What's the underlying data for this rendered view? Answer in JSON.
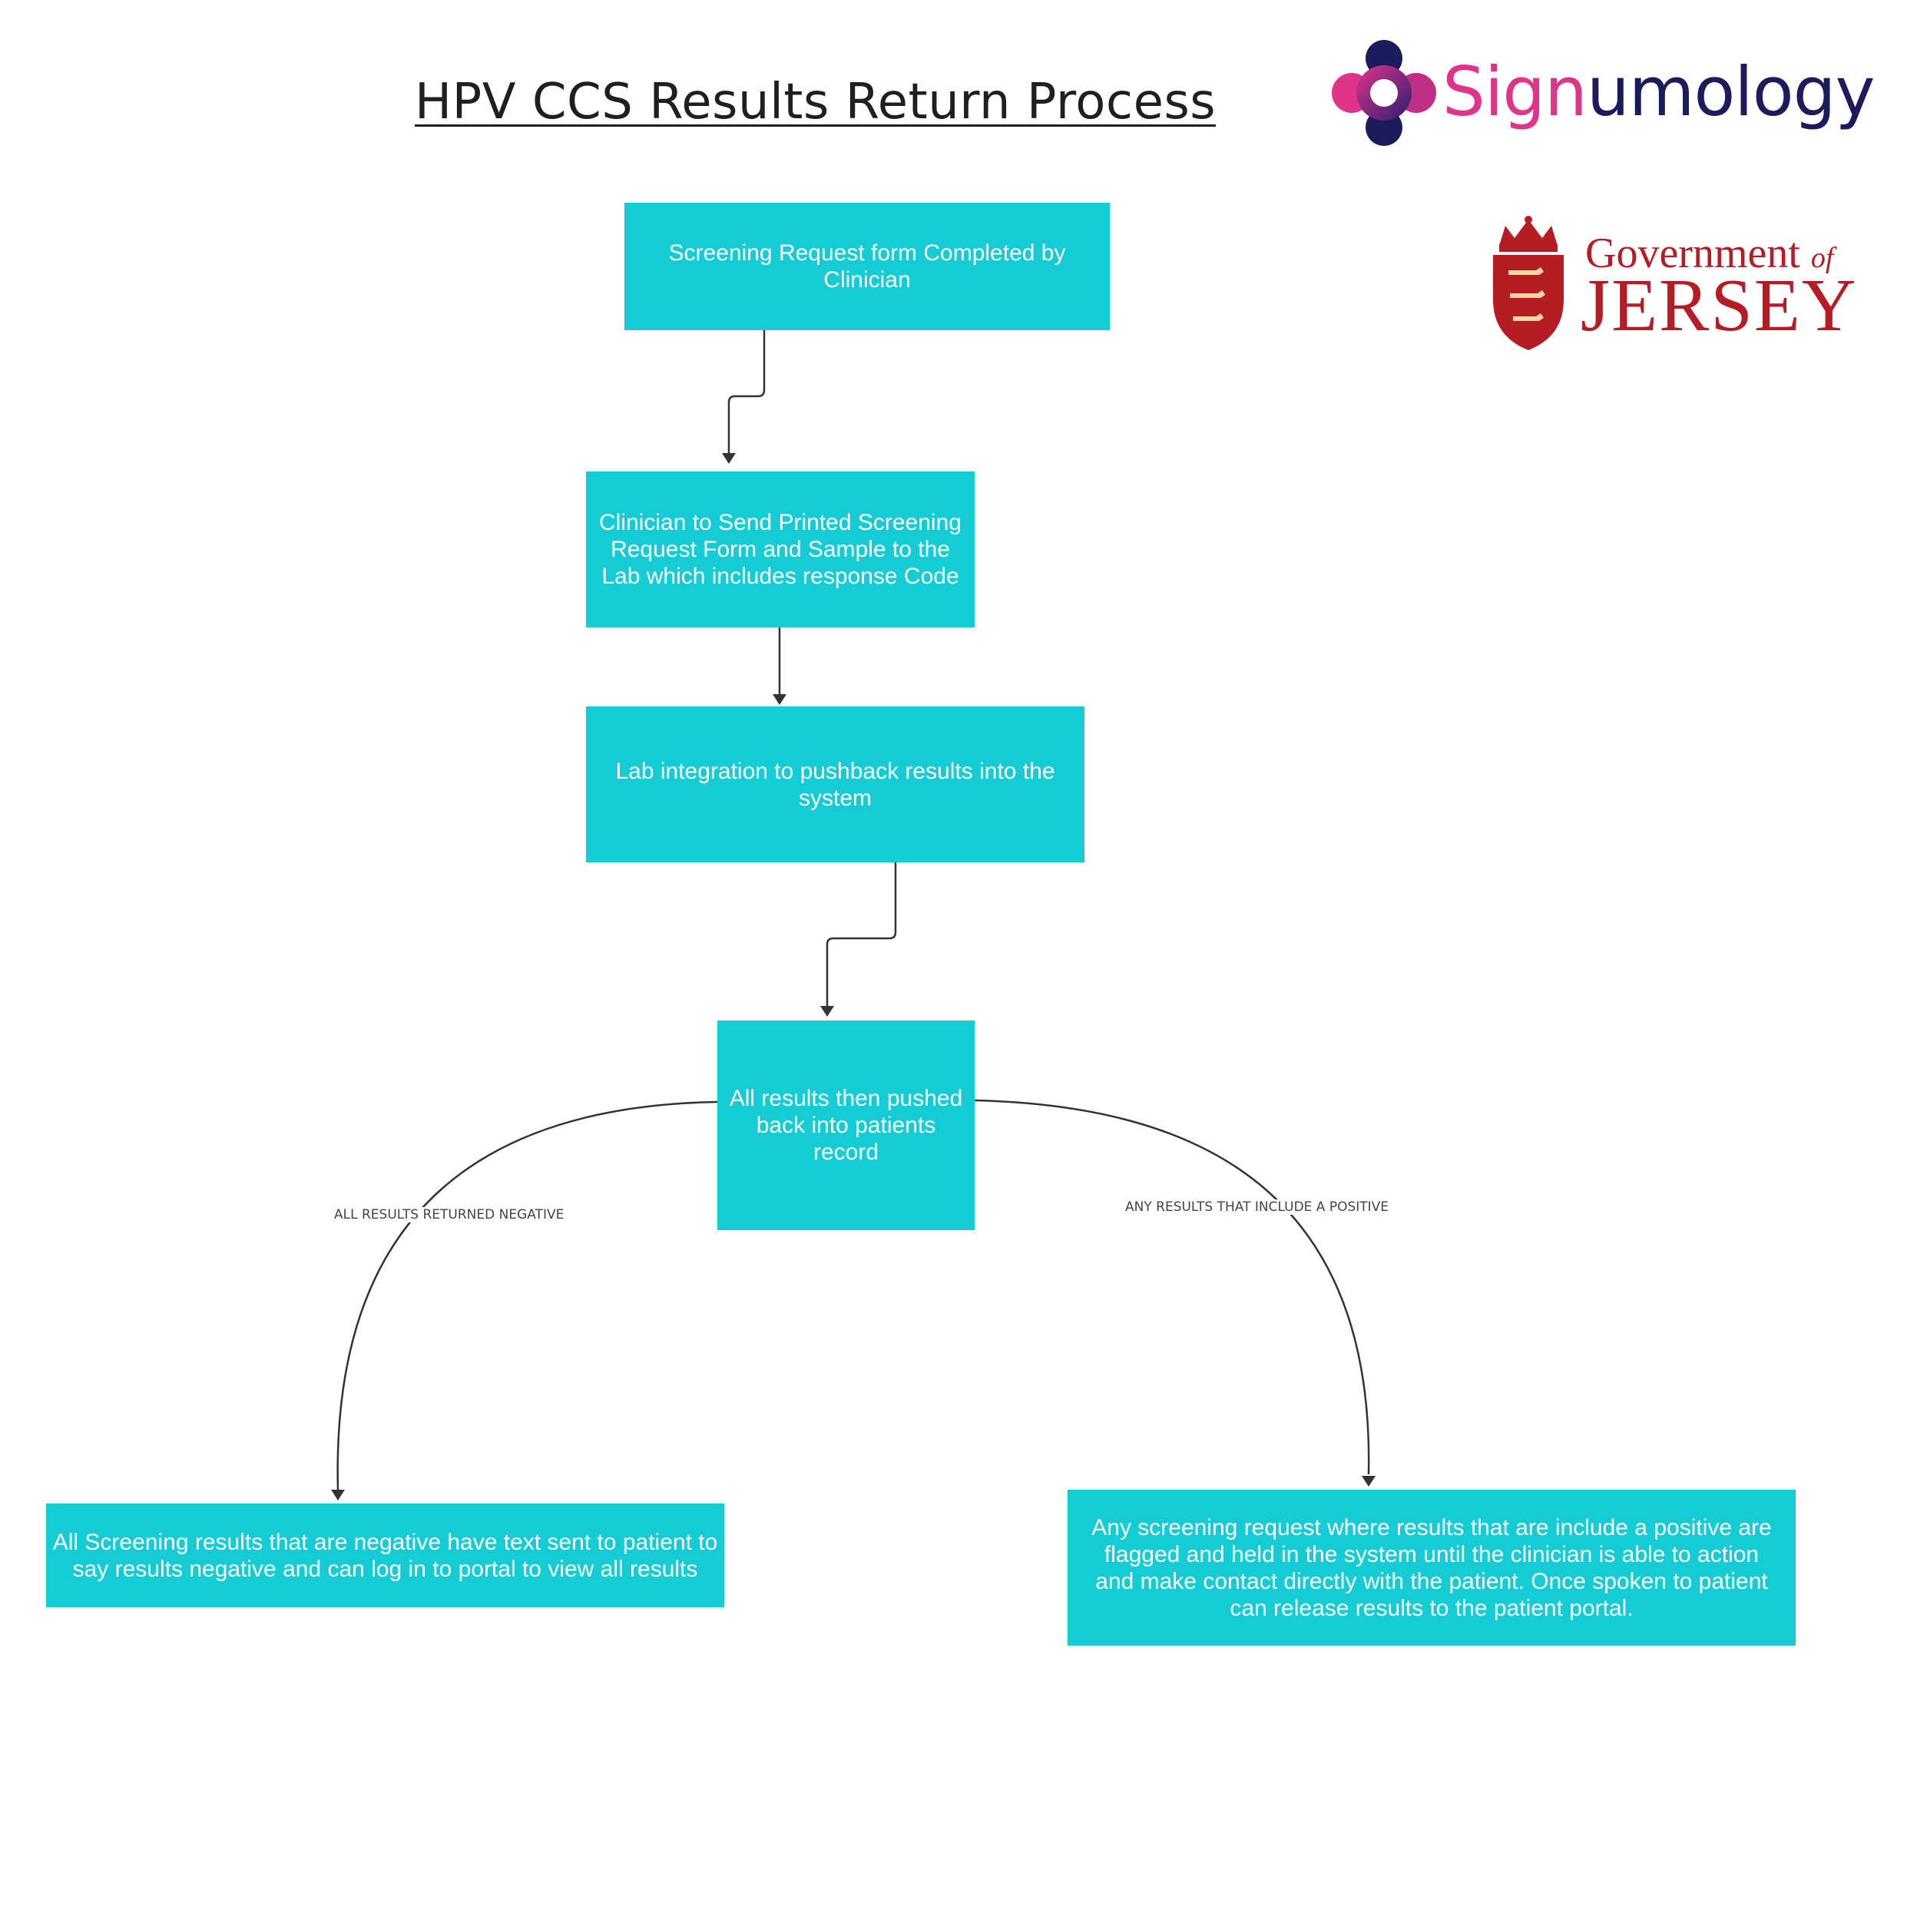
{
  "title": "HPV CCS Results Return Process",
  "logos": {
    "signumology": {
      "text_part1": "Sign",
      "text_part2": "umology",
      "colors": {
        "pink": "#e0338a",
        "navy": "#1c1c5c"
      }
    },
    "government_of_jersey": {
      "line1": "Government",
      "line1_suffix": "of",
      "line2": "JERSEY",
      "color": "#b51c24"
    }
  },
  "colors": {
    "box_fill": "#16ccd4",
    "box_text": "#ffffff",
    "connector": "#333333"
  },
  "nodes": [
    {
      "id": "box1",
      "text": "Screening Request form Completed by Clinician"
    },
    {
      "id": "box2",
      "text": "Clinician to Send Printed Screening Request Form and Sample to the Lab which includes response Code"
    },
    {
      "id": "box3",
      "text": "Lab integration to pushback results into the system"
    },
    {
      "id": "box4",
      "text": "All results then pushed back into patients record"
    },
    {
      "id": "box5",
      "text": "All Screening results that are negative have text sent to patient to say results negative and can log in to portal to view all results"
    },
    {
      "id": "box6",
      "text": "Any screening request where results that are include a positive are flagged and held in the system until the clinician is able to action and make contact directly with the patient. Once spoken to patient can release results to the patient portal."
    }
  ],
  "edges": [
    {
      "from": "box1",
      "to": "box2",
      "label": ""
    },
    {
      "from": "box2",
      "to": "box3",
      "label": ""
    },
    {
      "from": "box3",
      "to": "box4",
      "label": ""
    },
    {
      "from": "box4",
      "to": "box5",
      "label": "ALL RESULTS RETURNED NEGATIVE"
    },
    {
      "from": "box4",
      "to": "box6",
      "label": "ANY RESULTS THAT INCLUDE A POSITIVE"
    }
  ]
}
